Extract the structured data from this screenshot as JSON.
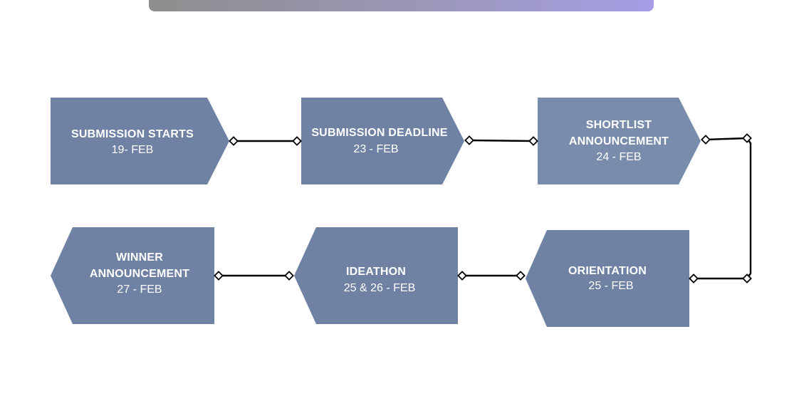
{
  "colors": {
    "shape_fill": "#6f82a3",
    "shape_fill_light": "#7a8cab",
    "text": "#ffffff",
    "connector": "#000000",
    "banner_start": "#8e8e8e",
    "banner_end": "#a59ee6"
  },
  "steps": [
    {
      "title_line1": "SUBMISSION STARTS",
      "title_line2": "",
      "date": "19- FEB"
    },
    {
      "title_line1": "SUBMISSION DEADLINE",
      "title_line2": "",
      "date": "23 - FEB"
    },
    {
      "title_line1": "SHORTLIST",
      "title_line2": "ANNOUNCEMENT",
      "date": "24 - FEB"
    },
    {
      "title_line1": "ORIENTATION",
      "title_line2": "",
      "date": "25 - FEB"
    },
    {
      "title_line1": "IDEATHON",
      "title_line2": "",
      "date": "25 & 26 - FEB"
    },
    {
      "title_line1": "WINNER",
      "title_line2": "ANNOUNCEMENT",
      "date": "27 - FEB"
    }
  ]
}
